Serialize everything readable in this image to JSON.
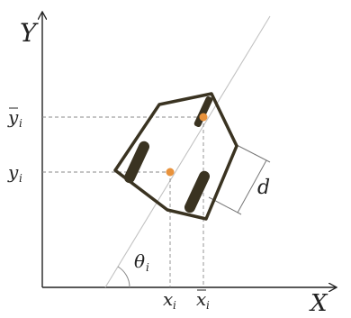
{
  "axes": {
    "x_label": "X",
    "y_label": "Y"
  },
  "labels": {
    "y_i": "y",
    "y_i_sub": "i",
    "y_bar": "y",
    "y_bar_sub": "i",
    "x_i": "x",
    "x_i_sub": "i",
    "x_bar": "x",
    "x_bar_sub": "i",
    "theta": "θ",
    "theta_sub": "i",
    "d": "d"
  },
  "colors": {
    "robot_outline": "#3a3321",
    "wheels": "#3a3321",
    "points": "#e8923c",
    "guide_line": "#bdbdbd",
    "dashed": "#8a8a8a",
    "axes": "#222222"
  }
}
